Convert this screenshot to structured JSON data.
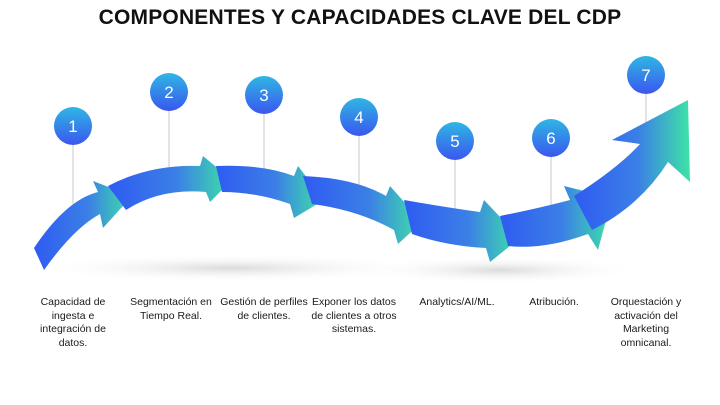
{
  "title": "COMPONENTES Y CAPACIDADES CLAVE DEL CDP",
  "colors": {
    "gradient_start": "#2f5bf2",
    "gradient_end": "#3ee3a6",
    "title": "#111111"
  },
  "steps": [
    {
      "number": "1",
      "label": "Capacidad de ingesta e integración de datos."
    },
    {
      "number": "2",
      "label": "Segmentación en Tiempo Real."
    },
    {
      "number": "3",
      "label": "Gestión de perfiles de clientes."
    },
    {
      "number": "4",
      "label": "Exponer los datos de clientes a otros sistemas."
    },
    {
      "number": "5",
      "label": "Analytics/AI/ML."
    },
    {
      "number": "6",
      "label": "Atribución."
    },
    {
      "number": "7",
      "label": "Orquestación y activación del Marketing omnicanal."
    }
  ]
}
